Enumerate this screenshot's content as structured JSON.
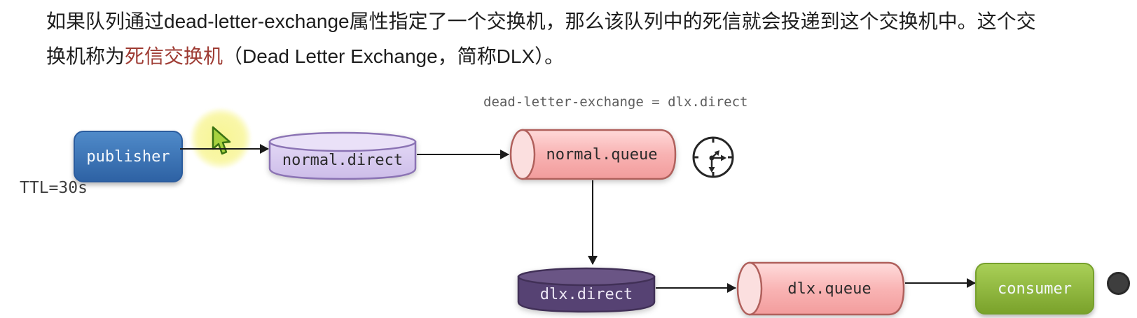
{
  "paragraph": {
    "line1": "如果队列通过dead-letter-exchange属性指定了一个交换机，那么该队列中的死信就会投递到这个交换机中。这个交",
    "line2_pre": "换机称为",
    "line2_highlight": "死信交换机",
    "line2_post": "（Dead Letter Exchange，简称DLX）。"
  },
  "diagram": {
    "ttl_label": "TTL=30s",
    "dlx_annotation": "dead-letter-exchange = dlx.direct",
    "nodes": {
      "publisher": {
        "label": "publisher",
        "type": "producer"
      },
      "normal_exchange": {
        "label": "normal.direct",
        "type": "exchange"
      },
      "normal_queue": {
        "label": "normal.queue",
        "type": "queue"
      },
      "dlx_exchange": {
        "label": "dlx.direct",
        "type": "dead-letter-exchange"
      },
      "dlx_queue": {
        "label": "dlx.queue",
        "type": "queue"
      },
      "consumer": {
        "label": "consumer",
        "type": "consumer"
      }
    },
    "icons": {
      "clock": "ttl-timeout-clock-icon",
      "cursor": "mouse-pointer-icon",
      "highlight": "cursor-highlight-glow",
      "end_dot": "dark-dot-marker"
    },
    "colors": {
      "publisher_blue": "#3470b4",
      "exchange_lavender": "#d9cdf0",
      "dlx_exchange_purple": "#564273",
      "queue_pink": "#f9b3b3",
      "consumer_green": "#8bb23c",
      "highlight_term_red": "#9e3b33",
      "annotation_gray": "#5d5d5d",
      "arrow_black": "#1a1a1a"
    }
  }
}
